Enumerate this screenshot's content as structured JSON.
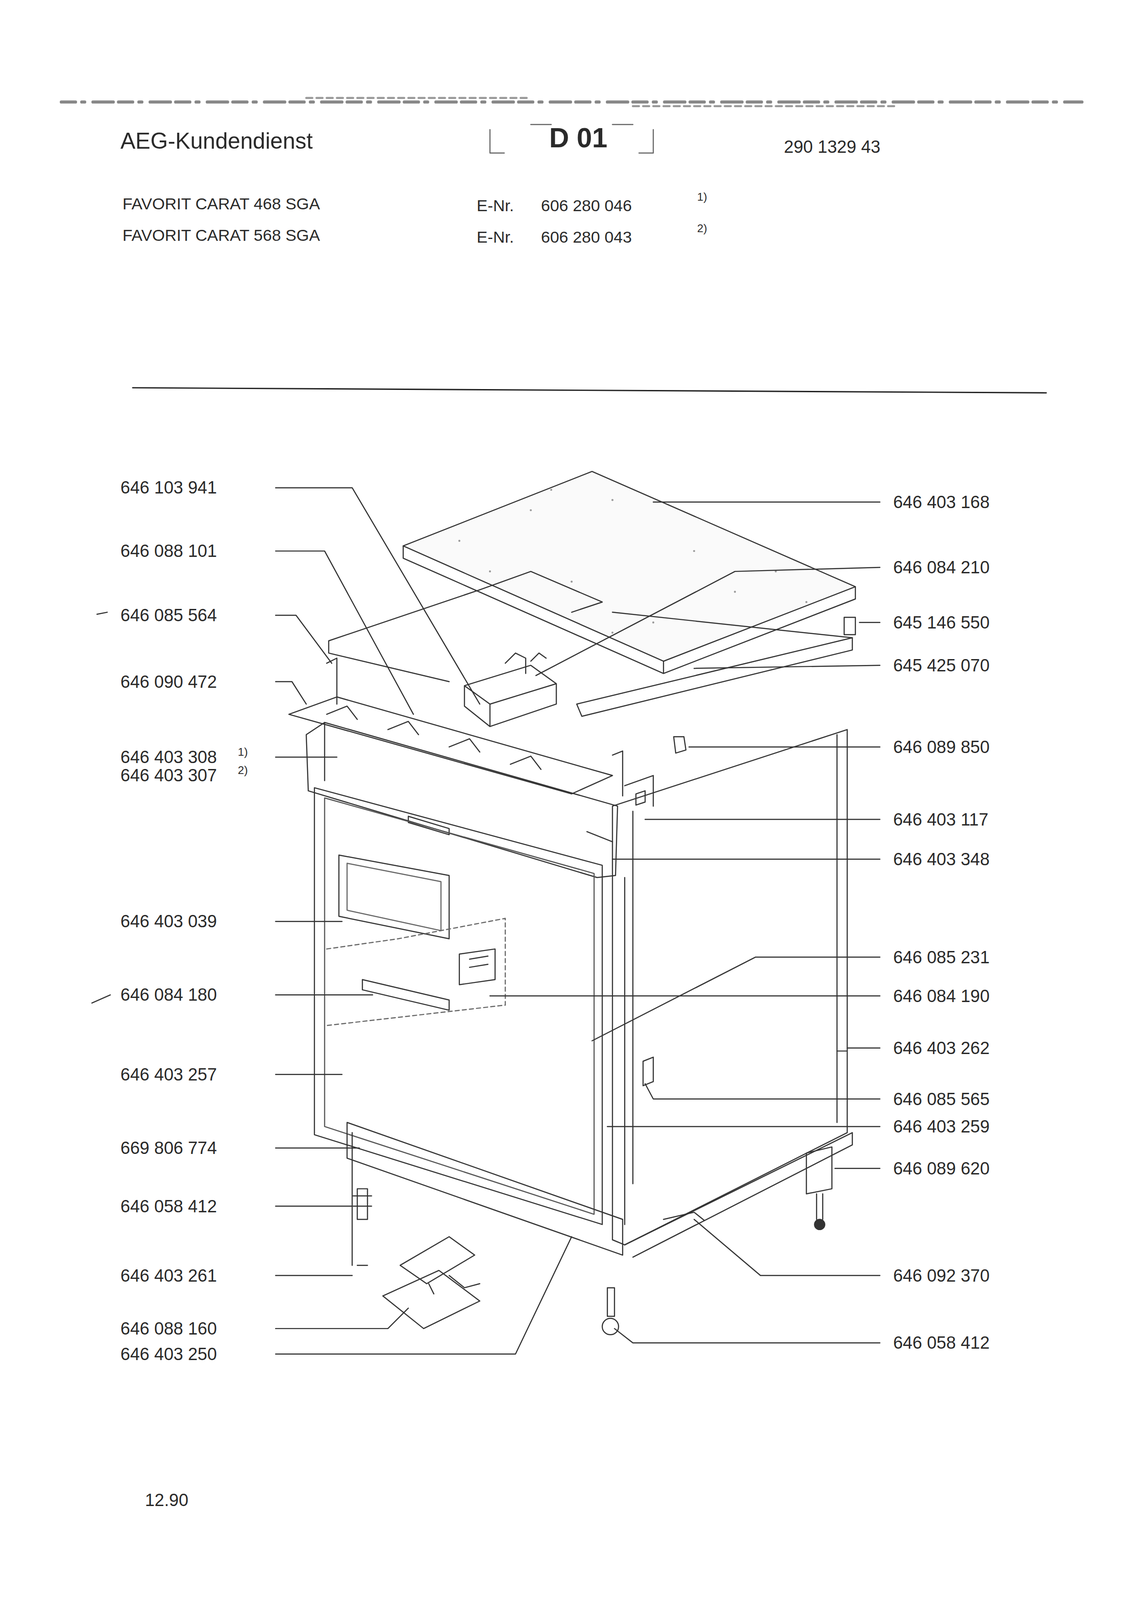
{
  "diagram": {
    "title": "AEG-Kundendienst",
    "labels": [
      "D 01",
      "290 1329 43",
      "FAVORIT CARAT 468 SGA",
      "E-Nr.",
      "606 280 046",
      "1)",
      "FAVORIT CARAT 568 SGA",
      "E-Nr.",
      "606 280 043",
      "2)",
      "646 103 941",
      "646 088 101",
      "646 085 564",
      "646 090 472",
      "646 403 308",
      "1)",
      "646 403 307",
      "2)",
      "646 403 039",
      "646 084 180",
      "646 403 257",
      "669 806 774",
      "646 058 412",
      "646 403 261",
      "646 088 160",
      "646 403 250",
      "646 403 168",
      "646 084 210",
      "645 146 550",
      "645 425 070",
      "646 089 850",
      "646 403 117",
      "646 403 348",
      "646 085 231",
      "646 084 190",
      "646 403 262",
      "646 085 565",
      "646 403 259",
      "646 089 620",
      "646 092 370",
      "646 058 412",
      "12.90"
    ]
  }
}
